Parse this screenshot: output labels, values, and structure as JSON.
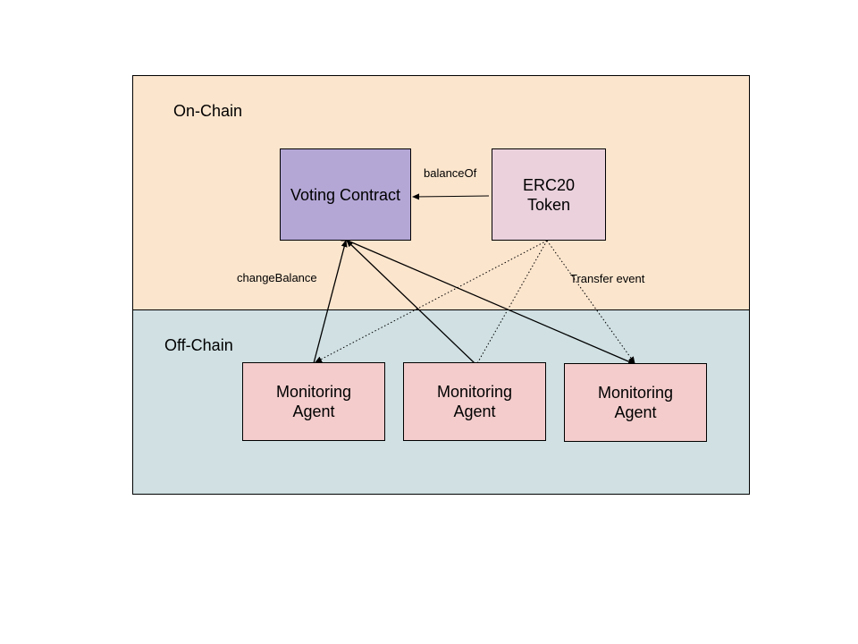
{
  "regions": {
    "on_chain": {
      "label": "On-Chain",
      "color": "#fce5cd"
    },
    "off_chain": {
      "label": "Off-Chain",
      "color": "#d0e0e3"
    }
  },
  "nodes": {
    "voting_contract": {
      "label": "Voting Contract",
      "color": "#b4a7d6"
    },
    "erc20_token": {
      "label": "ERC20\nToken",
      "color": "#ead1dc"
    },
    "agent_1": {
      "label": "Monitoring\nAgent",
      "color": "#f4cccc"
    },
    "agent_2": {
      "label": "Monitoring\nAgent",
      "color": "#f4cccc"
    },
    "agent_3": {
      "label": "Monitoring\nAgent",
      "color": "#f4cccc"
    }
  },
  "edge_labels": {
    "balance_of": "balanceOf",
    "change_balance": "changeBalance",
    "transfer_event": "Transfer event"
  },
  "edges": [
    {
      "from": "erc20_token",
      "to": "voting_contract",
      "style": "solid",
      "label": "balance_of"
    },
    {
      "from": "agent_1",
      "to": "voting_contract",
      "style": "solid",
      "label": "change_balance",
      "bidirectional": true
    },
    {
      "from": "agent_2",
      "to": "voting_contract",
      "style": "solid"
    },
    {
      "from": "voting_contract",
      "to": "agent_3",
      "style": "solid",
      "bidirectional": true
    },
    {
      "from": "erc20_token",
      "to": "agent_1",
      "style": "dotted"
    },
    {
      "from": "erc20_token",
      "to": "agent_2",
      "style": "dotted"
    },
    {
      "from": "erc20_token",
      "to": "agent_3",
      "style": "dotted",
      "label": "transfer_event"
    }
  ]
}
